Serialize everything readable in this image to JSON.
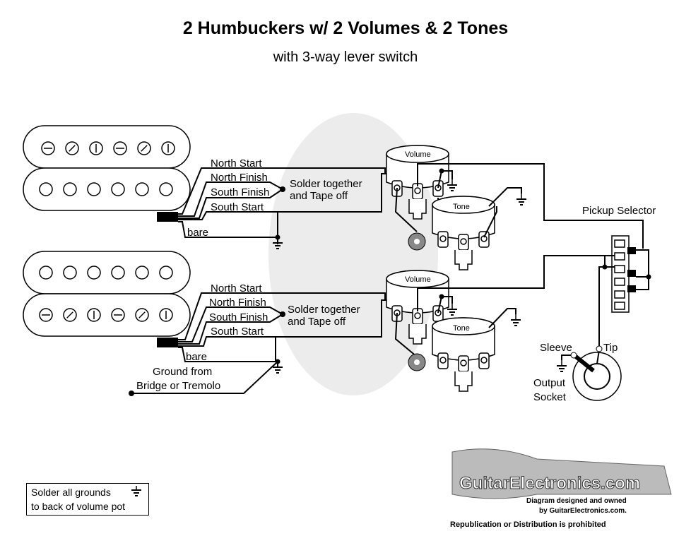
{
  "title": "2 Humbuckers w/ 2 Volumes & 2 Tones",
  "subtitle": "with 3-way lever switch",
  "wires": {
    "north_start": "North Start",
    "north_finish": "North Finish",
    "south_finish": "South Finish",
    "south_start": "South Start",
    "bare": "bare"
  },
  "solder_note": [
    "Solder together",
    "and Tape off"
  ],
  "pot_labels": {
    "volume": "Volume",
    "tone": "Tone"
  },
  "pickup_selector": "Pickup Selector",
  "ground_from": [
    "Ground from",
    "Bridge or Tremolo"
  ],
  "jack": {
    "sleeve": "Sleeve",
    "tip": "Tip",
    "output": [
      "Output",
      "Socket"
    ]
  },
  "ground_note": [
    "Solder all grounds",
    "to back of volume pot"
  ],
  "logo": {
    "brand": "GuitarElectronics.com",
    "line1": "Diagram designed and owned",
    "line2": "by GuitarElectronics.com.",
    "line3": "Republication or Distribution is prohibited"
  }
}
